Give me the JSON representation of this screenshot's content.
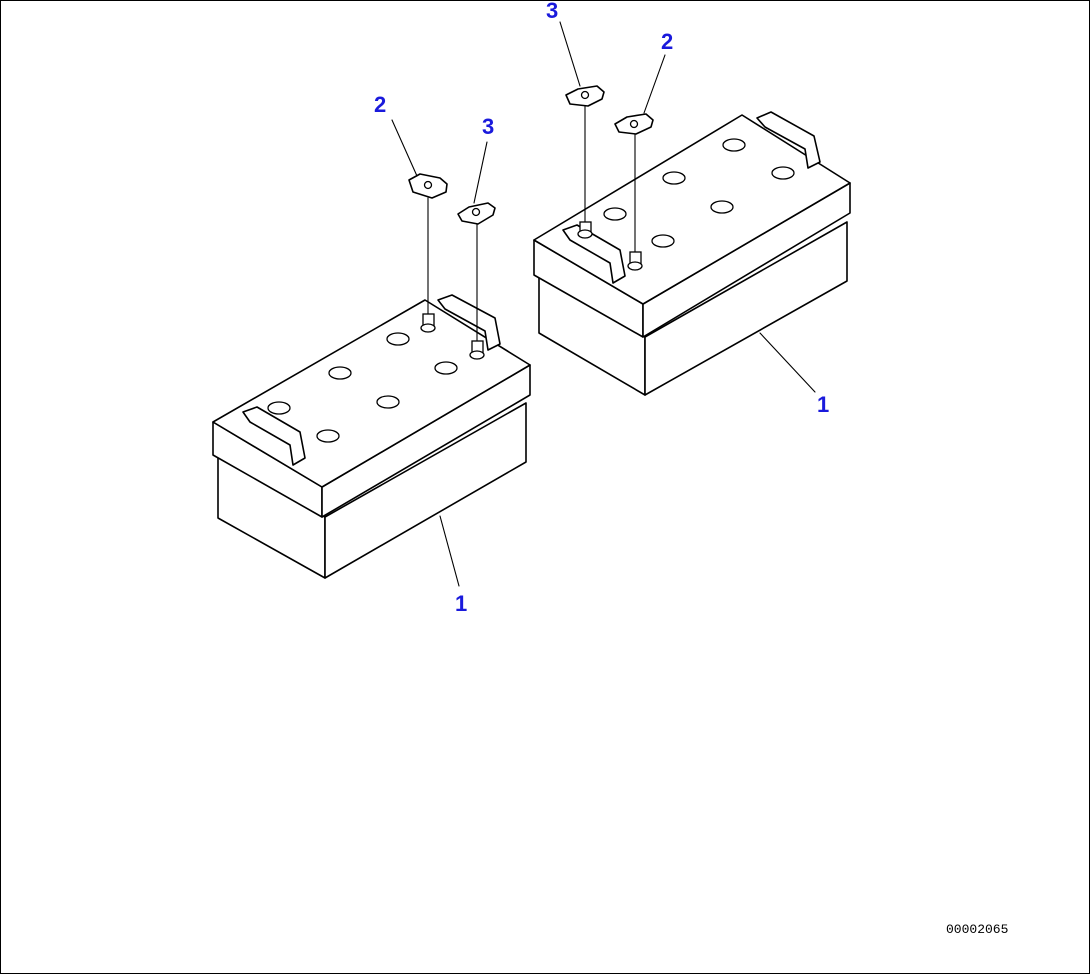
{
  "callouts": {
    "battery_left": "1",
    "battery_right": "1",
    "terminal_plus_left": "2",
    "terminal_minus_left": "3",
    "terminal_plus_right": "2",
    "terminal_minus_right": "3"
  },
  "drawing_code": "00002065",
  "colors": {
    "callout": "#1a1adc",
    "line": "#000000",
    "background": "#ffffff"
  }
}
